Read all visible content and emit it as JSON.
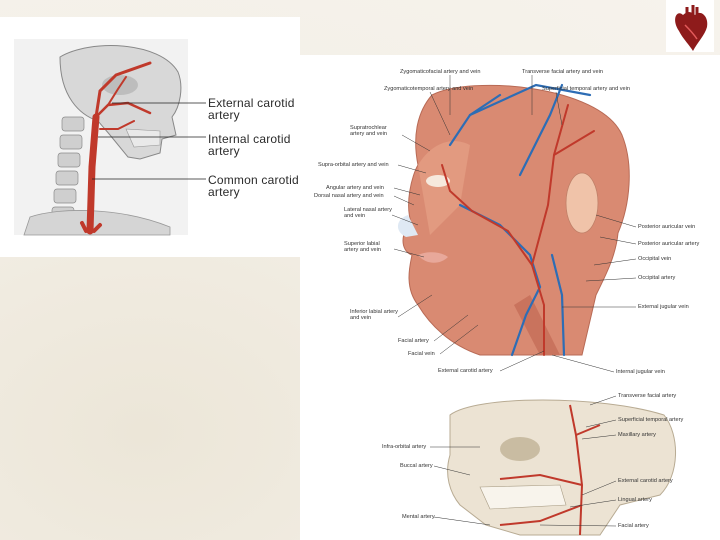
{
  "neck_diagram": {
    "labels": [
      "External carotid artery",
      "Internal carotid artery",
      "Common carotid artery"
    ]
  },
  "face_diagram": {
    "top_labels": [
      "Zygomaticofacial artery and vein",
      "Transverse facial artery and vein",
      "Zygomaticotemporal artery and vein",
      "Superficial temporal artery and vein"
    ],
    "left_labels": [
      "Supratrochlear artery and vein",
      "Supra-orbital artery and vein",
      "Angular artery and vein",
      "Dorsal nasal artery and vein",
      "Lateral nasal artery and vein",
      "Superior labial artery and vein",
      "Inferior labial artery and vein",
      "Facial artery",
      "Facial vein",
      "External carotid artery"
    ],
    "right_labels": [
      "Posterior auricular vein",
      "Posterior auricular artery",
      "Occipital vein",
      "Occipital artery",
      "External jugular vein",
      "Internal jugular vein"
    ]
  },
  "skull_diagram": {
    "right_labels": [
      "Transverse facial artery",
      "Superficial temporal artery",
      "Maxillary artery",
      "External carotid artery",
      "Lingual artery",
      "Facial artery"
    ],
    "left_labels": [
      "Infra-orbital artery",
      "Buccal artery",
      "Mental artery"
    ]
  },
  "colors": {
    "artery": "#c0392b",
    "vein": "#2d6db5",
    "muscle": "#d9826a",
    "bone": "#e8e2d4"
  },
  "icons": {
    "corner": "heart-icon"
  }
}
